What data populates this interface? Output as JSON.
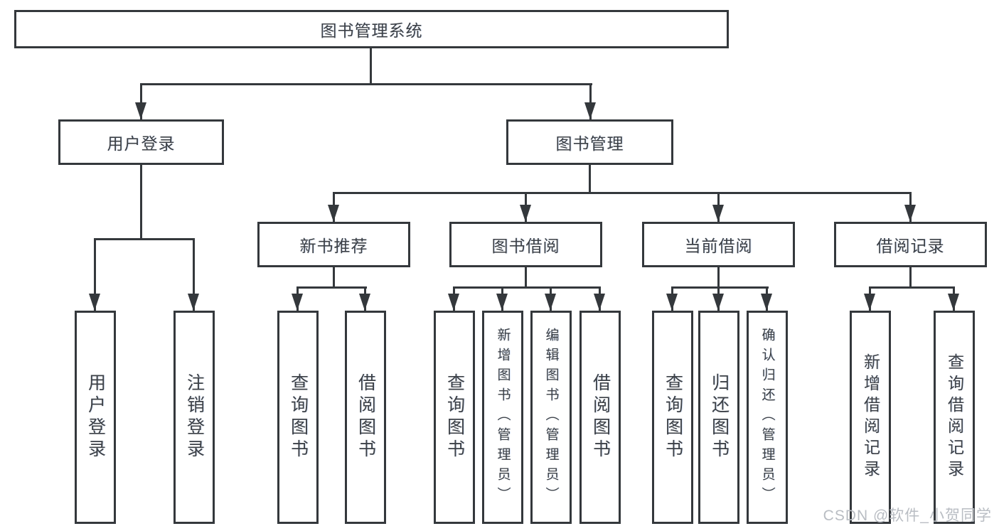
{
  "diagram": {
    "root": {
      "label": "图书管理系统"
    },
    "level2": [
      {
        "label": "用户登录"
      },
      {
        "label": "图书管理"
      }
    ],
    "level3": [
      {
        "label": "新书推荐"
      },
      {
        "label": "图书借阅"
      },
      {
        "label": "当前借阅"
      },
      {
        "label": "借阅记录"
      }
    ],
    "leaves": {
      "user_login": [
        {
          "label": "用户登录"
        },
        {
          "label": "注销登录"
        }
      ],
      "new_book": [
        {
          "label": "查询图书"
        },
        {
          "label": "借阅图书"
        }
      ],
      "book_borrow": [
        {
          "label": "查询图书"
        },
        {
          "label": "新增图书（管理员）"
        },
        {
          "label": "编辑图书（管理员）"
        },
        {
          "label": "借阅图书"
        }
      ],
      "current_borrow": [
        {
          "label": "查询图书"
        },
        {
          "label": "归还图书"
        },
        {
          "label": "确认归还（管理员）"
        }
      ],
      "borrow_record": [
        {
          "label": "新增借阅记录"
        },
        {
          "label": "查询借阅记录"
        }
      ]
    },
    "watermark": "CSDN @软件_小贺同学",
    "colors": {
      "line": "#34383c",
      "text": "#3c4046",
      "background": "#ffffff",
      "watermark": "#b9bdc3"
    }
  }
}
